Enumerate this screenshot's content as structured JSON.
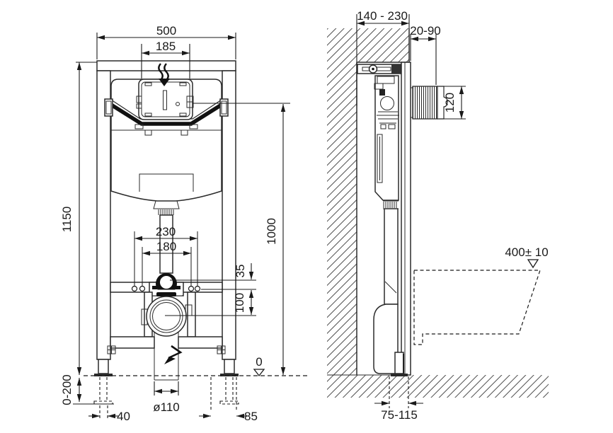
{
  "drawing_colors": {
    "line": "#1a1a1a",
    "object": "#2b2b2b",
    "background": "#ffffff"
  },
  "front_view": {
    "dimensions": {
      "frame_width": "500",
      "plate_opening_width": "185",
      "frame_height": "1150",
      "leg_adjustment_range": "0-200",
      "bolt_spacing_outer": "230",
      "bolt_spacing_inner": "180",
      "flush_pipe_clamp_offset": "35",
      "outlet_center_offset": "100",
      "actuation_axis_height": "1000",
      "floor_level": "0",
      "left_leg_width": "40",
      "outlet_diameter": "ø110",
      "right_leg_offset": "85"
    }
  },
  "side_view": {
    "dimensions": {
      "frame_depth_range": "140 - 230",
      "plate_wall_distance": "20-90",
      "plate_height": "120",
      "bowl_rim_height": "400± 10",
      "outlet_wall_distance": "75-115"
    }
  }
}
